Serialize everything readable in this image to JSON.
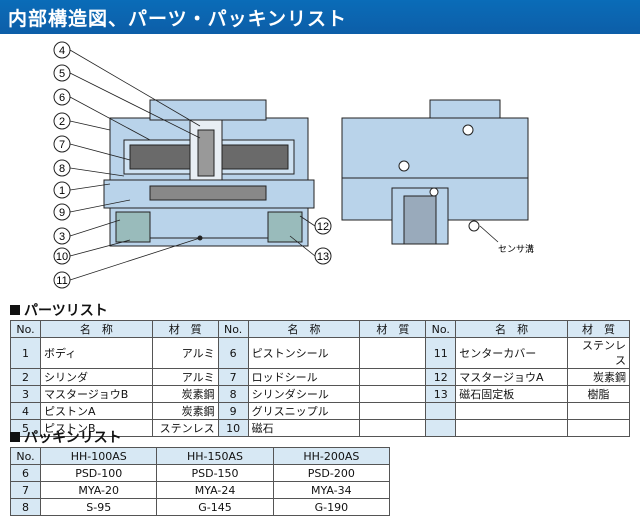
{
  "header": {
    "title": "内部構造図、パーツ・パッキンリスト"
  },
  "drawing": {
    "callouts_left": [
      "4",
      "5",
      "6",
      "2",
      "7",
      "8",
      "1",
      "9",
      "3",
      "10",
      "11"
    ],
    "callouts_right": [
      "12",
      "13"
    ],
    "sensor_label": "センサ溝"
  },
  "parts": {
    "title": "パーツリスト",
    "headers": {
      "no": "No.",
      "name": "名　称",
      "material": "材　質"
    },
    "columns": [
      [
        {
          "no": "1",
          "name": "ボディ",
          "material": "アルミ"
        },
        {
          "no": "2",
          "name": "シリンダ",
          "material": "アルミ"
        },
        {
          "no": "3",
          "name": "マスタージョウB",
          "material": "炭素鋼"
        },
        {
          "no": "4",
          "name": "ピストンA",
          "material": "炭素鋼"
        },
        {
          "no": "5",
          "name": "ピストンB",
          "material": "ステンレス"
        }
      ],
      [
        {
          "no": "6",
          "name": "ピストンシール",
          "material": ""
        },
        {
          "no": "7",
          "name": "ロッドシール",
          "material": ""
        },
        {
          "no": "8",
          "name": "シリンダシール",
          "material": ""
        },
        {
          "no": "9",
          "name": "グリスニップル",
          "material": ""
        },
        {
          "no": "10",
          "name": "磁石",
          "material": ""
        }
      ],
      [
        {
          "no": "11",
          "name": "センターカバー",
          "material": "ステンレス"
        },
        {
          "no": "12",
          "name": "マスタージョウA",
          "material": "炭素鋼"
        },
        {
          "no": "13",
          "name": "磁石固定板",
          "material": "樹脂"
        },
        {
          "no": "",
          "name": "",
          "material": ""
        },
        {
          "no": "",
          "name": "",
          "material": ""
        }
      ]
    ]
  },
  "packing": {
    "title": "パッキンリスト",
    "headers": [
      "No.",
      "HH-100AS",
      "HH-150AS",
      "HH-200AS"
    ],
    "rows": [
      [
        "6",
        "PSD-100",
        "PSD-150",
        "PSD-200"
      ],
      [
        "7",
        "MYA-20",
        "MYA-24",
        "MYA-34"
      ],
      [
        "8",
        "S-95",
        "G-145",
        "G-190"
      ]
    ]
  },
  "colors": {
    "header_bg": "#0d5ea8",
    "part_fill": "#b9d3ea",
    "table_head": "#d7e8f4"
  }
}
